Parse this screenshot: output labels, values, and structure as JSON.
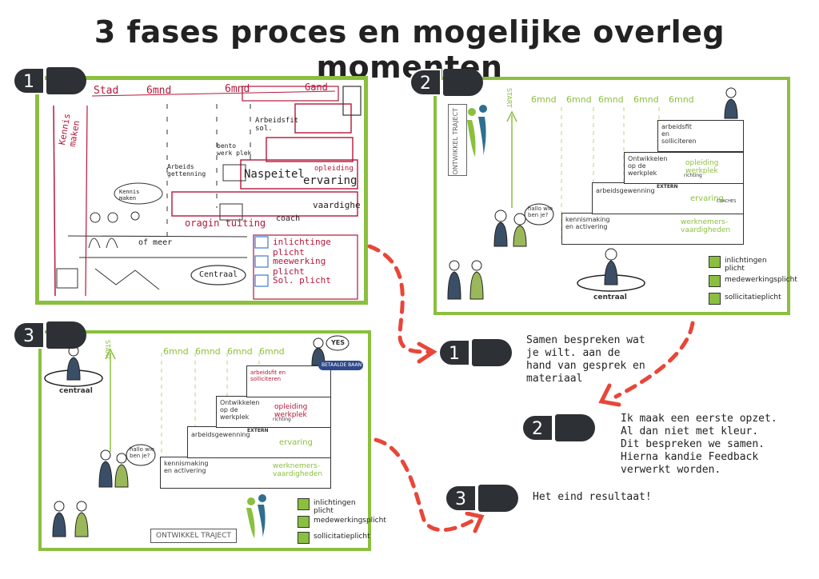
{
  "title": "3 fases proces en mogelijke overleg momenten",
  "badges": [
    "1",
    "2",
    "3"
  ],
  "panel1": {
    "texts": [
      "Stad",
      "6mnd",
      "6mnd",
      "Gand",
      "Arbeids gettenning",
      "bento werk plek",
      "Arbeidsfit sol.",
      "Naspeitel",
      "opleiding",
      "ervaring",
      "vaardighe",
      "coach",
      "oragin tuiting",
      "inlichtinge plicht",
      "meewerking plicht",
      "Sol. plicht",
      "Centraal",
      "Kennis maken",
      "of meer",
      "inlichtinge plicht"
    ]
  },
  "panel2": {
    "start": "START",
    "months": [
      "6mnd",
      "6mnd",
      "6mnd",
      "6mnd",
      "6mnd"
    ],
    "steps": [
      {
        "label": "kennismaking en activering",
        "right": "werknemers-vaardigheden"
      },
      {
        "label": "arbeidsgewenning",
        "right": "ervaring",
        "sign": "EXTERN"
      },
      {
        "label": "Ontwikkelen op de werkplek",
        "right": "opleiding werkplek",
        "sub": "richting"
      },
      {
        "label": "arbeidsfit en solliciteren"
      }
    ],
    "bubble": "hallo wie ben je?",
    "coaches": "COACHES",
    "centraal": "centraal",
    "otr": "ONTWIKKEL TRAJECT",
    "legend": [
      "inlichtingen plicht",
      "medewerkingsplicht",
      "sollicitatieplicht"
    ]
  },
  "panel3": {
    "start": "START",
    "months": [
      "6mnd",
      "6mnd",
      "6mnd",
      "6mnd"
    ],
    "steps": [
      {
        "label": "kennismaking en activering",
        "right": "werknemers-vaardigheden"
      },
      {
        "label": "arbeidsgewenning",
        "right": "ervaring",
        "sign": "EXTERN"
      },
      {
        "label": "Ontwikkelen op de werkplek",
        "right": "opleiding werkplek",
        "sub": "richting"
      },
      {
        "label": "arbeidsfit en solliciteren"
      }
    ],
    "bubble": "hallo wie ben je?",
    "yes": "YES",
    "baan": "BETAALDE BAAN",
    "centraal": "centraal",
    "otr": "ONTWIKKEL TRAJECT",
    "legend": [
      "inlichtingen plicht",
      "medewerkingsplicht",
      "sollicitatieplicht"
    ]
  },
  "notes": [
    "Samen bespreken wat je wilt. aan de hand van gesprek en materiaal",
    "Ik maak een eerste opzet. Al dan niet met kleur. Dit bespreken we samen. Hierna kandie Feedback verwerkt worden.",
    "Het eind resultaat!"
  ],
  "colors": {
    "green": "#8bbf3f",
    "red": "#e8463a",
    "dark": "#2d3135",
    "crimson": "#b5173a"
  }
}
